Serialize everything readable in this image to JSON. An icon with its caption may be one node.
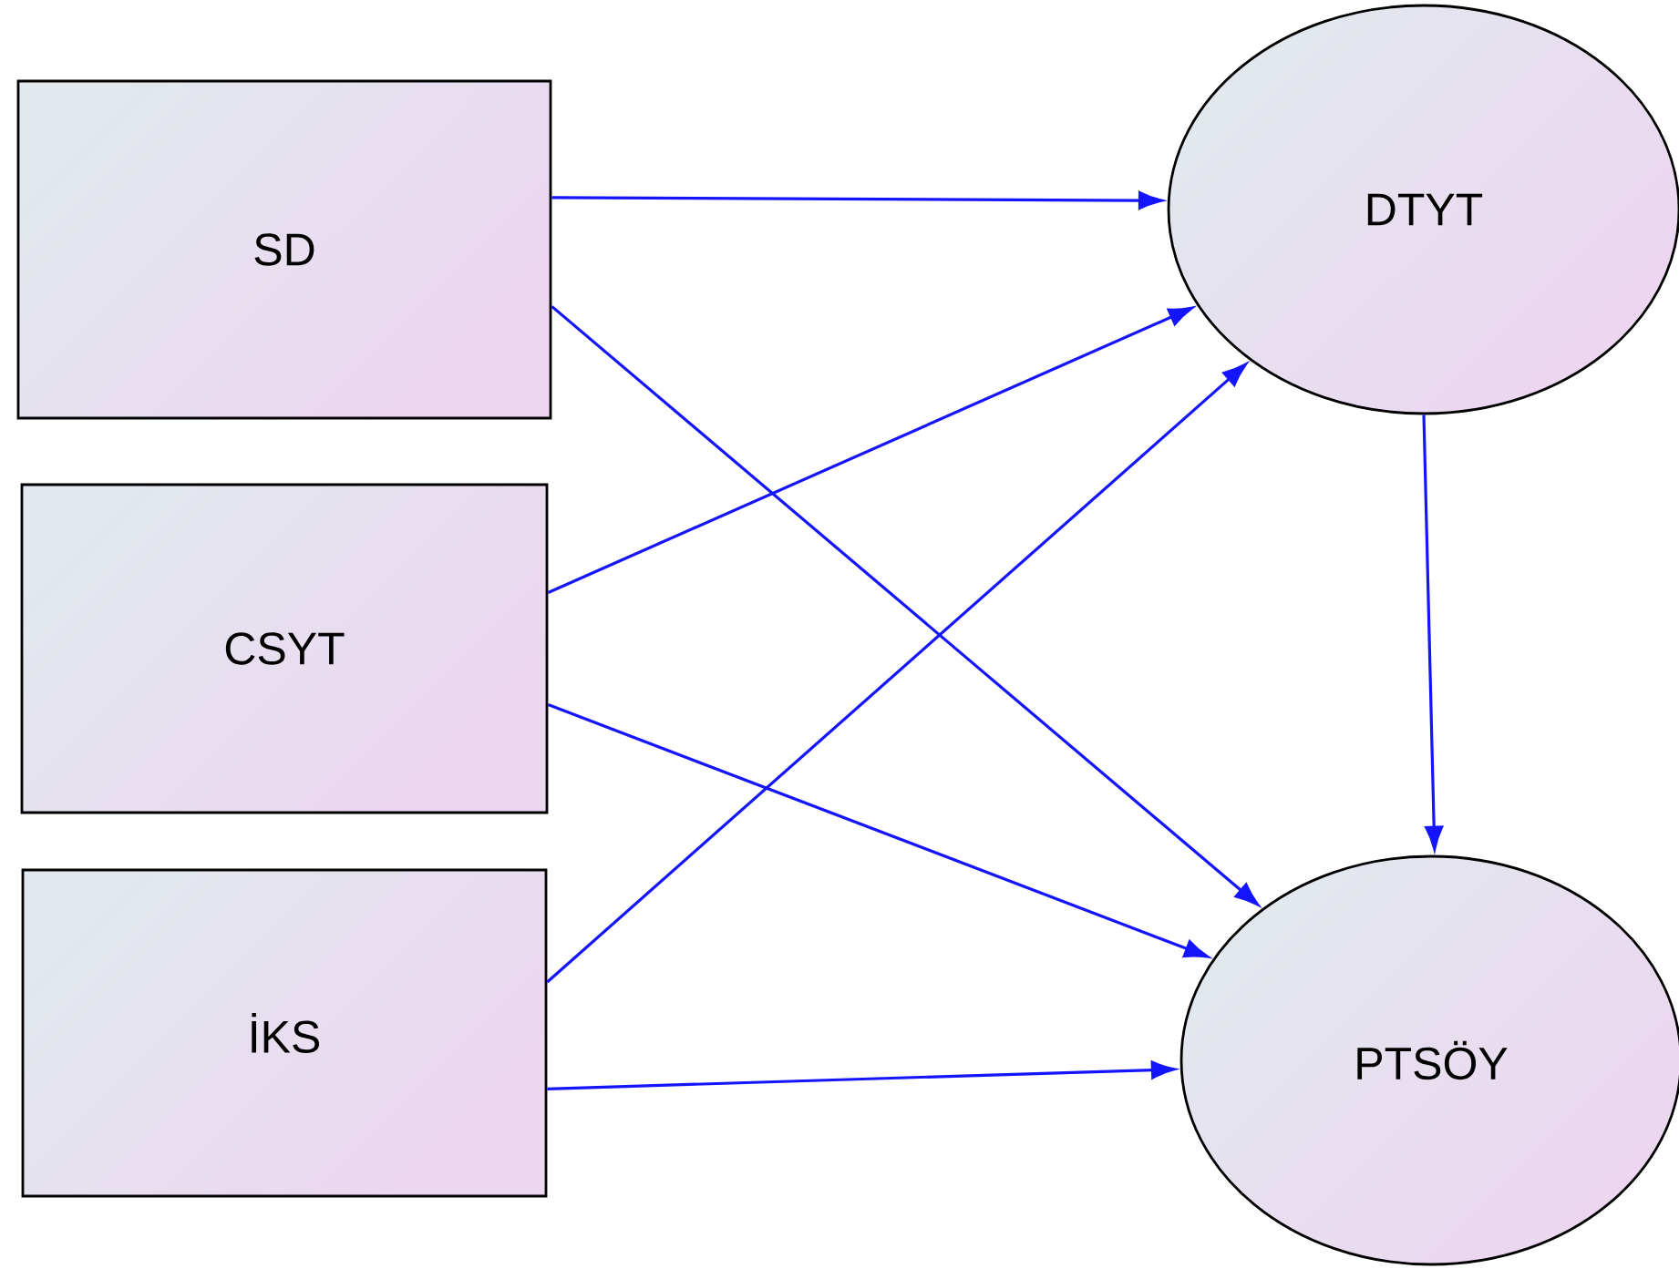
{
  "diagram": {
    "nodes": [
      {
        "text": [
          "SD"
        ]
      },
      {
        "text": [
          "CSYT"
        ]
      },
      {
        "text": [
          "İKS"
        ]
      },
      {
        "text": [
          "DTYT"
        ]
      },
      {
        "text": [
          "PTSÖY"
        ]
      }
    ],
    "edges": [
      {
        "from": 0,
        "to": 3,
        "arrow": "to"
      },
      {
        "from": 0,
        "to": 4,
        "arrow": "to"
      },
      {
        "from": 1,
        "to": 3,
        "arrow": "to"
      },
      {
        "from": 1,
        "to": 4,
        "arrow": "to"
      },
      {
        "from": 2,
        "to": 3,
        "arrow": "to"
      },
      {
        "from": 2,
        "to": 4,
        "arrow": "to"
      },
      {
        "from": 3,
        "to": 4,
        "arrow": "to"
      }
    ]
  }
}
